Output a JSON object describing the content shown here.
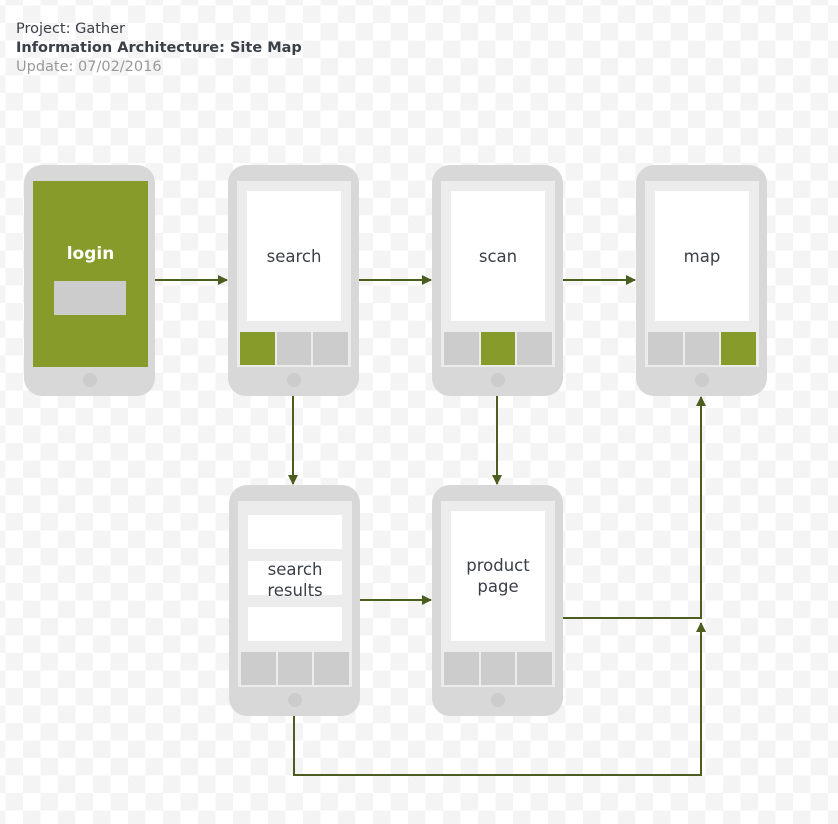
{
  "header": {
    "project": "Project: Gather",
    "title": "Information Architecture: Site Map",
    "update": "Update: 07/02/2016"
  },
  "colors": {
    "accent": "#879b2a",
    "connector": "#4b5e1f",
    "phone_body": "#d8d8d8",
    "tab_inactive": "#cccccc"
  },
  "screens": {
    "login": {
      "label": "login"
    },
    "search": {
      "label": "search",
      "active_tab": 1
    },
    "scan": {
      "label": "scan",
      "active_tab": 2
    },
    "map": {
      "label": "map",
      "active_tab": 3
    },
    "search_results": {
      "label_line1": "search",
      "label_line2": "results"
    },
    "product_page": {
      "label_line1": "product",
      "label_line2": "page"
    }
  },
  "connections": [
    {
      "from": "login",
      "to": "search"
    },
    {
      "from": "search",
      "to": "scan"
    },
    {
      "from": "scan",
      "to": "map"
    },
    {
      "from": "search",
      "to": "search results"
    },
    {
      "from": "scan",
      "to": "product page"
    },
    {
      "from": "search results",
      "to": "product page"
    },
    {
      "from": "product page",
      "to": "map"
    },
    {
      "from": "search results",
      "to": "map"
    }
  ]
}
